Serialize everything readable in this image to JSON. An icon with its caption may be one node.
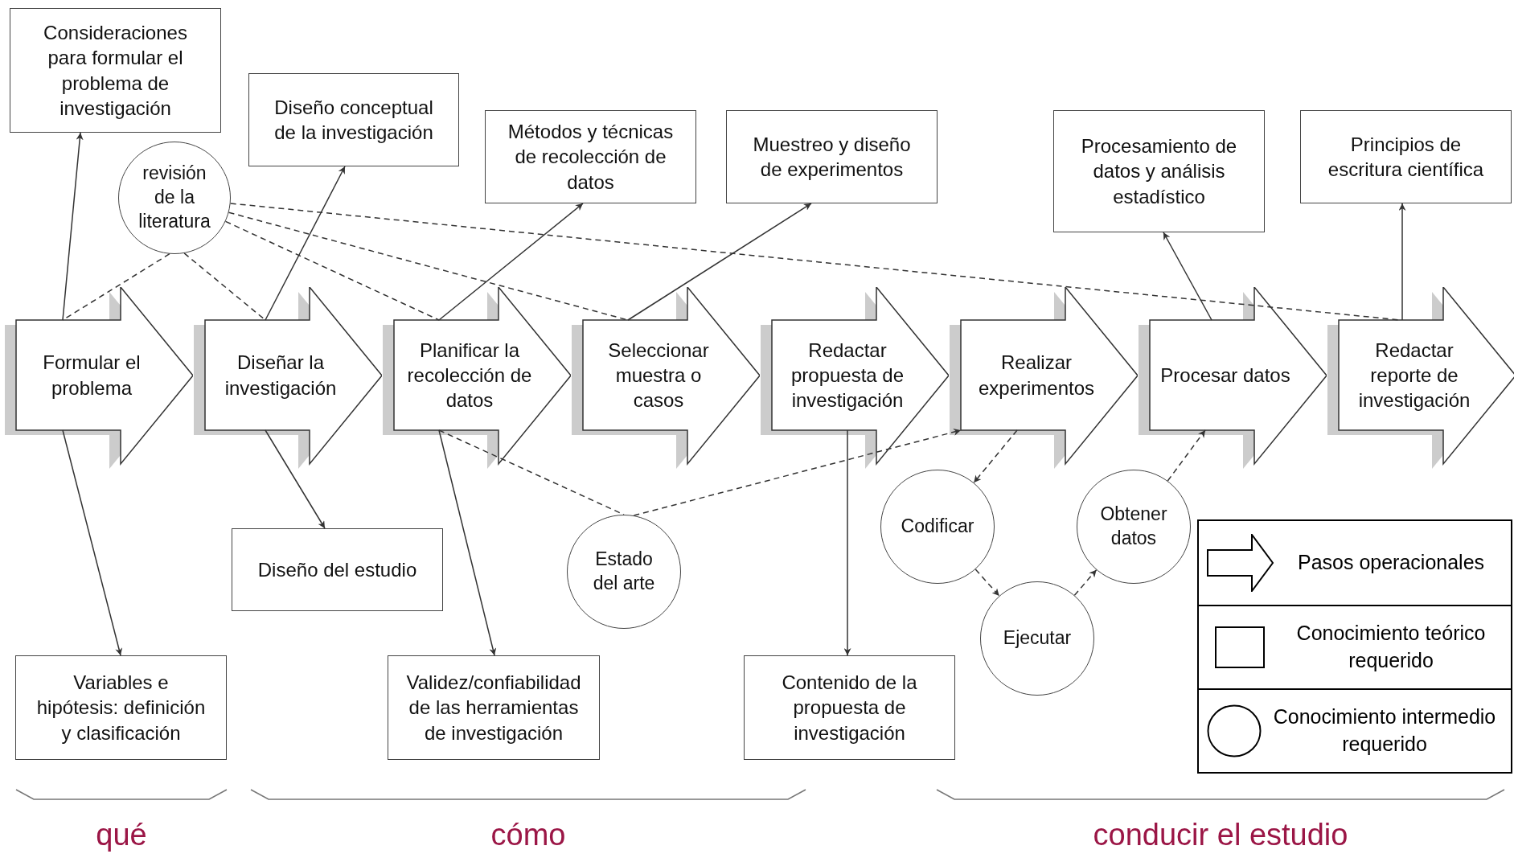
{
  "diagram": {
    "nodes": [
      {
        "text": [
          "Consideraciones para formular el problema de investigación"
        ]
      },
      {
        "text": [
          "revisión de la literatura"
        ]
      },
      {
        "text": [
          "Diseño conceptual de la investigación"
        ]
      },
      {
        "text": [
          "Métodos y técnicas de recolección de datos"
        ]
      },
      {
        "text": [
          "Muestreo y diseño de experimentos"
        ]
      },
      {
        "text": [
          "Procesamiento de datos y análisis estadístico"
        ]
      },
      {
        "text": [
          "Principios de escritura científica"
        ]
      },
      {
        "text": [
          "Formular el problema"
        ]
      },
      {
        "text": [
          "Diseñar la investigación"
        ]
      },
      {
        "text": [
          "Planificar la recolección de datos"
        ]
      },
      {
        "text": [
          "Seleccionar muestra o casos"
        ]
      },
      {
        "text": [
          "Redactar propuesta de investigación"
        ]
      },
      {
        "text": [
          "Realizar experimentos"
        ]
      },
      {
        "text": [
          "Procesar datos"
        ]
      },
      {
        "text": [
          "Redactar reporte de investigación"
        ]
      },
      {
        "text": [
          "Codificar"
        ]
      },
      {
        "text": [
          "Obtener datos"
        ]
      },
      {
        "text": [
          "Diseño del estudio"
        ]
      },
      {
        "text": [
          "Estado del arte"
        ]
      },
      {
        "text": [
          "Ejecutar"
        ]
      },
      {
        "text": [
          "Variables e hipótesis: definición y clasificación"
        ]
      },
      {
        "text": [
          "Validez/confiabilidad de las herramientas de investigación"
        ]
      },
      {
        "text": [
          "Contenido de la propuesta de investigación"
        ]
      }
    ],
    "edges": [
      {
        "from": 7,
        "to": 0,
        "arrow": "to"
      },
      {
        "from": 7,
        "to": 20,
        "arrow": "to"
      },
      {
        "from": 8,
        "to": 2,
        "arrow": "to"
      },
      {
        "from": 8,
        "to": 17,
        "arrow": "to"
      },
      {
        "from": 9,
        "to": 3,
        "arrow": "to"
      },
      {
        "from": 9,
        "to": 21,
        "arrow": "to"
      },
      {
        "from": 10,
        "to": 4,
        "arrow": "to"
      },
      {
        "from": 11,
        "to": 22,
        "arrow": "to"
      },
      {
        "from": 13,
        "to": 5,
        "arrow": "to"
      },
      {
        "from": 14,
        "to": 6,
        "arrow": "to"
      },
      {
        "from": 1,
        "to": 7,
        "arrow": "none",
        "style": "dashed"
      },
      {
        "from": 1,
        "to": 8,
        "arrow": "none",
        "style": "dashed"
      },
      {
        "from": 1,
        "to": 9,
        "arrow": "none",
        "style": "dashed"
      },
      {
        "from": 1,
        "to": 10,
        "arrow": "none",
        "style": "dashed"
      },
      {
        "from": 1,
        "to": 14,
        "arrow": "none",
        "style": "dashed"
      },
      {
        "from": 9,
        "to": 18,
        "arrow": "none",
        "style": "dashed"
      },
      {
        "from": 18,
        "to": 12,
        "arrow": "to",
        "style": "dashed"
      },
      {
        "from": 12,
        "to": 15,
        "arrow": "to",
        "style": "dashed"
      },
      {
        "from": 15,
        "to": 19,
        "arrow": "to",
        "style": "dashed"
      },
      {
        "from": 19,
        "to": 16,
        "arrow": "to",
        "style": "dashed"
      },
      {
        "from": 16,
        "to": 13,
        "arrow": "to",
        "style": "dashed"
      }
    ],
    "labels": [
      "qué",
      "cómo",
      "conducir el estudio"
    ],
    "legend": [
      {
        "text": "Pasos operacionales"
      },
      {
        "text": "Conocimiento teórico requerido"
      },
      {
        "text": "Conocimiento intermedio requerido"
      }
    ]
  }
}
